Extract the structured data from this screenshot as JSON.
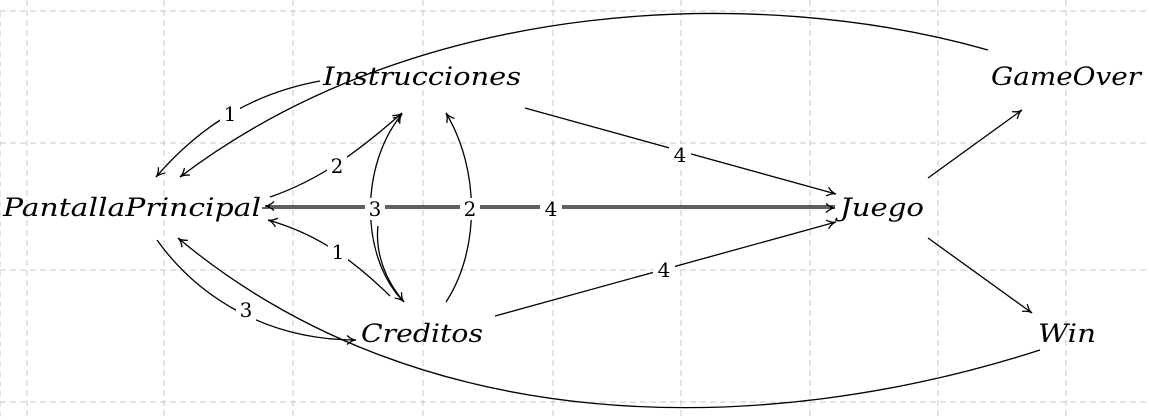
{
  "nodes": {
    "pantalla_principal": "PantallaPrincipal",
    "instrucciones": "Instrucciones",
    "creditos": "Creditos",
    "juego": "Juego",
    "game_over": "GameOver",
    "win": "Win"
  },
  "edge_labels": {
    "instrucciones_to_pantalla": "1",
    "pantalla_to_instrucciones": "2",
    "creditos_to_instrucciones_left": "3",
    "creditos_to_instrucciones_right": "2",
    "pantalla_to_juego": "4",
    "instrucciones_to_juego": "4",
    "creditos_to_juego": "4",
    "creditos_to_pantalla": "1",
    "pantalla_to_creditos": "3"
  },
  "colors": {
    "line": "#000000",
    "grid": "#c8c8c8",
    "background": "#ffffff"
  }
}
